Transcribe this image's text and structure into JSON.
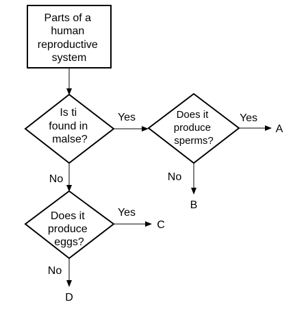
{
  "start_node": {
    "lines": [
      "Parts of a",
      "human",
      "reproductive",
      "system"
    ]
  },
  "decision_male": {
    "lines": [
      "Is ti",
      "found in",
      "malse?"
    ],
    "yes_label": "Yes",
    "no_label": "No"
  },
  "decision_sperm": {
    "lines": [
      "Does it",
      "produce",
      "sperms?"
    ],
    "yes_label": "Yes",
    "no_label": "No"
  },
  "decision_eggs": {
    "lines": [
      "Does it",
      "produce",
      "eggs?"
    ],
    "yes_label": "Yes",
    "no_label": "No"
  },
  "outcomes": {
    "a": "A",
    "b": "B",
    "c": "C",
    "d": "D"
  },
  "colors": {
    "stroke": "#000000",
    "background": "#ffffff"
  }
}
